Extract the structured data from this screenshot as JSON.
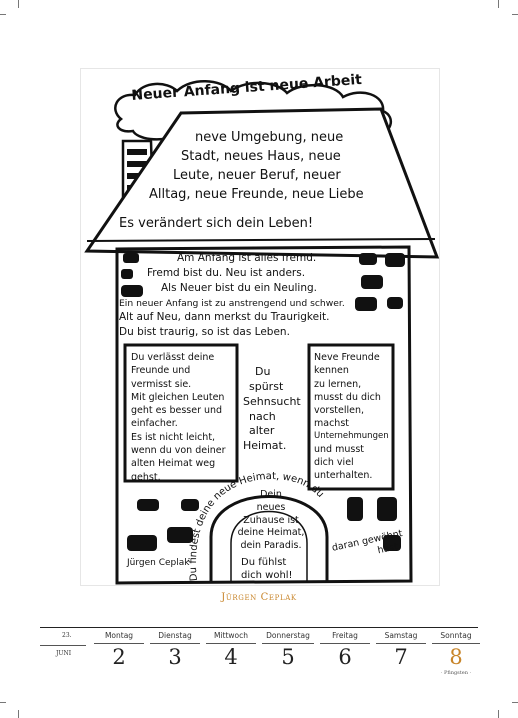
{
  "artwork": {
    "roof_title": "Neuer Anfang ist neue Arbeit",
    "roof_lines": [
      "neve Umgebung, neue",
      "Stadt, neues Haus, neue",
      "Leute, neuer Beruf, neuer",
      "Alltag, neue Freunde, neue Liebe"
    ],
    "roof_base": "Es verändert sich dein Leben!",
    "wall_lines": [
      "Am Anfang ist alles fremd.",
      "Fremd bist du. Neu ist anders.",
      "Als Neuer bist du ein Neuling.",
      "Ein neuer Anfang ist zu anstrengend und schwer.",
      "Alt auf Neu, dann merkst du Traurigkeit.",
      "Du bist traurig, so ist das Leben."
    ],
    "left_window_lines": [
      "Du verlässt deine",
      "Freunde und",
      "vermisst sie.",
      "Mit gleichen Leuten",
      "geht es besser und",
      "einfacher.",
      "Es ist nicht leicht,",
      "wenn du von deiner",
      "alten Heimat weg",
      "gehst."
    ],
    "middle_lines": [
      "Du",
      "spürst",
      "Sehnsucht",
      "nach",
      "alter",
      "Heimat."
    ],
    "right_window_lines": [
      "Neve Freunde",
      "kennen",
      "zu lernen,",
      "musst du dich",
      "vorstellen,",
      "machst",
      "Unternehmungen",
      "und musst",
      "dich viel",
      "unterhalten."
    ],
    "door_lines": [
      "Dein",
      "neues",
      "Zuhause ist",
      "deine Heimat,",
      "dein Paradis."
    ],
    "door_arch_text": "Du findest deine neue Heimat, wenn du",
    "bottom_left_lines": [
      "Du fühlst",
      "dich wohl!"
    ],
    "bottom_right_lines": [
      "daran gewöhnt",
      "hast."
    ],
    "signature": "Jürgen Ceplak"
  },
  "caption": {
    "artist": "Jürgen Ceplak"
  },
  "calendar": {
    "week_number": "23.",
    "month": "JUNI",
    "days": [
      {
        "name": "Montag",
        "number": "2"
      },
      {
        "name": "Dienstag",
        "number": "3"
      },
      {
        "name": "Mittwoch",
        "number": "4"
      },
      {
        "name": "Donnerstag",
        "number": "5"
      },
      {
        "name": "Freitag",
        "number": "6"
      },
      {
        "name": "Samstag",
        "number": "7"
      },
      {
        "name": "Sonntag",
        "number": "8",
        "note": "· Pfingsten ·"
      }
    ]
  },
  "colors": {
    "accent": "#c8852a",
    "ink": "#111111"
  }
}
